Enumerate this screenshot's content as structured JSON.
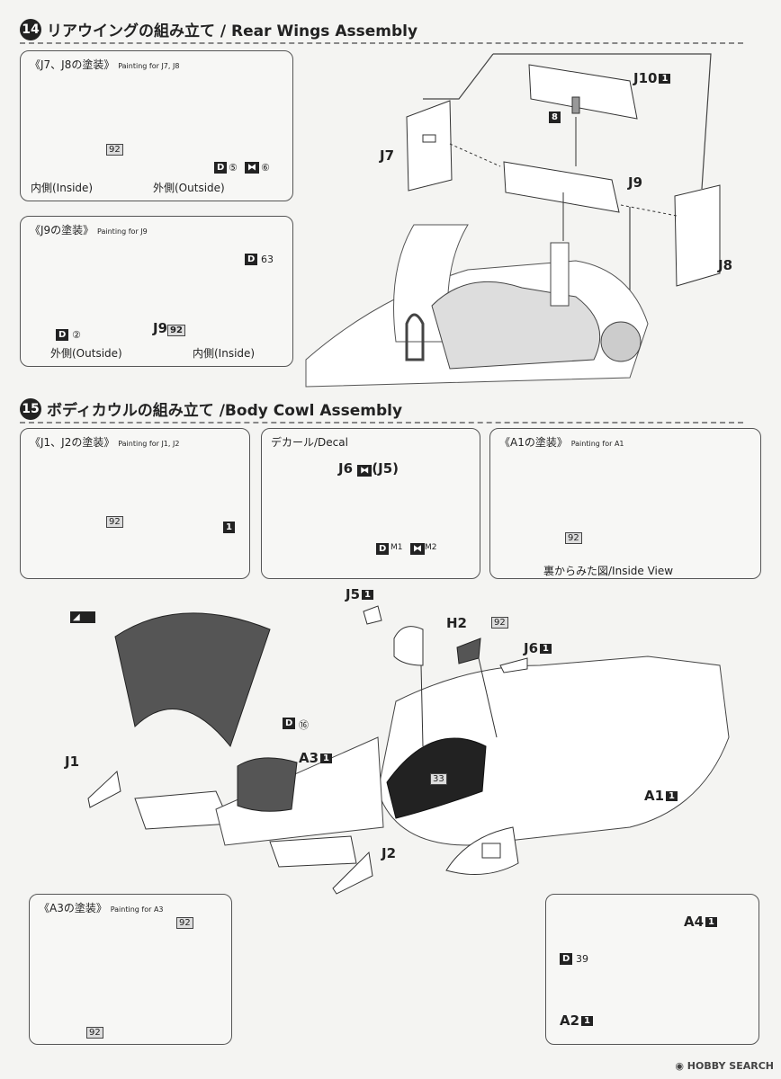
{
  "step14": {
    "number": "14",
    "title": "リアウイングの組み立て / Rear Wings Assembly",
    "box_j7j8": {
      "title": "《J7、J8の塗装》",
      "title_en": "Painting for J7, J8",
      "inside": "内側(Inside)",
      "outside": "外側(Outside)",
      "color_tag": "92",
      "decal_d": "D",
      "decal_d_no": "⑤",
      "decal_x_no": "⑥"
    },
    "box_j9": {
      "title": "《J9の塗装》",
      "title_en": "Painting for J9",
      "outside": "外側(Outside)",
      "inside": "内側(Inside)",
      "part": "J9",
      "color_tag": "92",
      "decal_d": "D",
      "decal_outside_no": "②",
      "decal_inside_no": "63"
    },
    "parts": {
      "j10": "J10",
      "j10_tag": "1",
      "j7": "J7",
      "j9": "J9",
      "j8": "J8",
      "eight_tag": "8"
    }
  },
  "step15": {
    "number": "15",
    "title": "ボディカウルの組み立て /Body Cowl Assembly",
    "box_j1j2": {
      "title": "《J1、J2の塗装》",
      "title_en": "Painting for J1, J2",
      "color_tag": "92",
      "black_tag": "1"
    },
    "box_decal": {
      "title": "デカール/Decal",
      "part": "J6",
      "part_alt": "(J5)",
      "decal_d": "D",
      "decal_d_no": "M1",
      "decal_x_no": "M2"
    },
    "box_a1": {
      "title": "《A1の塗装》",
      "title_en": "Painting for A1",
      "color_tag": "92",
      "caption": "裏からみた図/Inside View"
    },
    "parts": {
      "j5": "J5",
      "j5_tag": "1",
      "h2": "H2",
      "h2_color": "92",
      "j6": "J6",
      "j6_tag": "1",
      "a3": "A3",
      "a3_tag": "1",
      "j1": "J1",
      "j2": "J2",
      "a1": "A1",
      "a1_tag": "1",
      "color_33": "33",
      "decal_d": "D",
      "decal_16": "⑯"
    },
    "box_a3": {
      "title": "《A3の塗装》",
      "title_en": "Painting for A3",
      "color_tag_1": "92",
      "color_tag_2": "92"
    },
    "box_a4": {
      "part_a4": "A4",
      "part_a4_tag": "1",
      "part_a2": "A2",
      "part_a2_tag": "1",
      "decal_d": "D",
      "decal_no": "39"
    }
  },
  "watermark": "HOBBY SEARCH"
}
